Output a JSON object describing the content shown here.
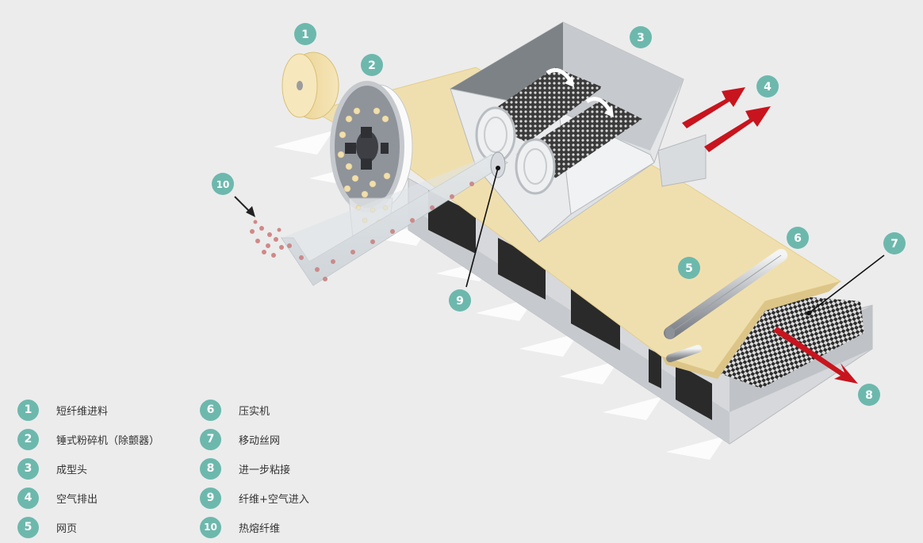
{
  "callouts": [
    {
      "num": "1"
    },
    {
      "num": "2"
    },
    {
      "num": "3"
    },
    {
      "num": "4"
    },
    {
      "num": "5"
    },
    {
      "num": "6"
    },
    {
      "num": "7"
    },
    {
      "num": "8"
    },
    {
      "num": "9"
    },
    {
      "num": "10"
    }
  ],
  "legend": {
    "items": [
      {
        "num": "1",
        "label": "短纤维进料"
      },
      {
        "num": "2",
        "label": "锤式粉碎机（除颤器）"
      },
      {
        "num": "3",
        "label": "成型头"
      },
      {
        "num": "4",
        "label": "空气排出"
      },
      {
        "num": "5",
        "label": "网页"
      },
      {
        "num": "6",
        "label": "压实机"
      },
      {
        "num": "7",
        "label": "移动丝网"
      },
      {
        "num": "8",
        "label": "进一步粘接"
      },
      {
        "num": "9",
        "label": "纤维+空气进入"
      },
      {
        "num": "10",
        "label": "热熔纤维"
      }
    ]
  },
  "colors": {
    "badge": "#6db8ad",
    "web": "#f0dfae",
    "arrow": "#c8141e",
    "frame": "#d4d6d9",
    "background": "#ececec"
  }
}
